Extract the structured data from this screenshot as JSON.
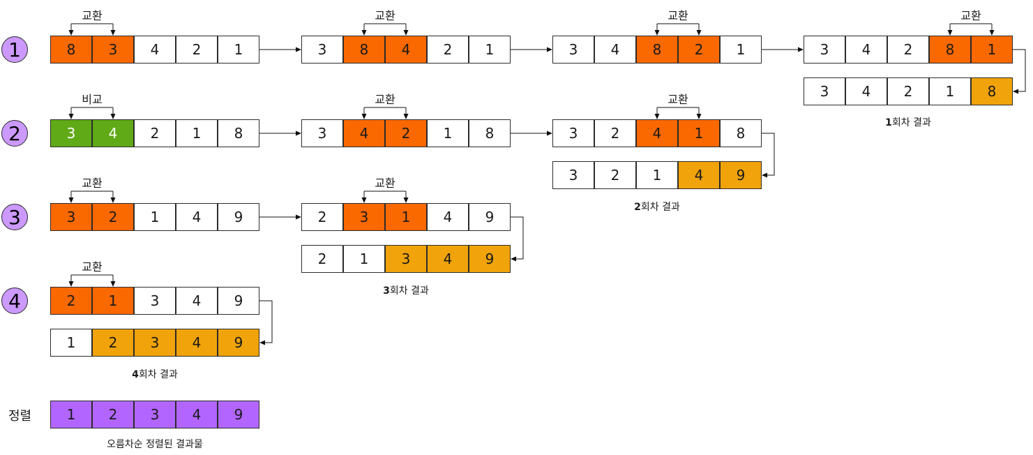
{
  "rounds": [
    {
      "badge": "1",
      "steps": [
        {
          "label": "교환",
          "cells": [
            {
              "v": "8",
              "c": "orange"
            },
            {
              "v": "3",
              "c": "orange"
            },
            {
              "v": "4",
              "c": ""
            },
            {
              "v": "2",
              "c": ""
            },
            {
              "v": "1",
              "c": ""
            }
          ]
        },
        {
          "label": "교환",
          "cells": [
            {
              "v": "3",
              "c": ""
            },
            {
              "v": "8",
              "c": "orange"
            },
            {
              "v": "4",
              "c": "orange"
            },
            {
              "v": "2",
              "c": ""
            },
            {
              "v": "1",
              "c": ""
            }
          ]
        },
        {
          "label": "교환",
          "cells": [
            {
              "v": "3",
              "c": ""
            },
            {
              "v": "4",
              "c": ""
            },
            {
              "v": "8",
              "c": "orange"
            },
            {
              "v": "2",
              "c": "orange"
            },
            {
              "v": "1",
              "c": ""
            }
          ]
        },
        {
          "label": "교환",
          "cells": [
            {
              "v": "3",
              "c": ""
            },
            {
              "v": "4",
              "c": ""
            },
            {
              "v": "2",
              "c": ""
            },
            {
              "v": "8",
              "c": "orange"
            },
            {
              "v": "1",
              "c": "orange"
            }
          ]
        }
      ],
      "result": {
        "cells": [
          {
            "v": "3",
            "c": ""
          },
          {
            "v": "4",
            "c": ""
          },
          {
            "v": "2",
            "c": ""
          },
          {
            "v": "1",
            "c": ""
          },
          {
            "v": "8",
            "c": "gold"
          }
        ],
        "caption_bold": "1",
        "caption_rest": "회차 결과"
      }
    },
    {
      "badge": "2",
      "steps": [
        {
          "label": "비교",
          "cells": [
            {
              "v": "3",
              "c": "green"
            },
            {
              "v": "4",
              "c": "green"
            },
            {
              "v": "2",
              "c": ""
            },
            {
              "v": "1",
              "c": ""
            },
            {
              "v": "8",
              "c": ""
            }
          ]
        },
        {
          "label": "교환",
          "cells": [
            {
              "v": "3",
              "c": ""
            },
            {
              "v": "4",
              "c": "orange"
            },
            {
              "v": "2",
              "c": "orange"
            },
            {
              "v": "1",
              "c": ""
            },
            {
              "v": "8",
              "c": ""
            }
          ]
        },
        {
          "label": "교환",
          "cells": [
            {
              "v": "3",
              "c": ""
            },
            {
              "v": "2",
              "c": ""
            },
            {
              "v": "4",
              "c": "orange"
            },
            {
              "v": "1",
              "c": "orange"
            },
            {
              "v": "8",
              "c": ""
            }
          ]
        }
      ],
      "result": {
        "cells": [
          {
            "v": "3",
            "c": ""
          },
          {
            "v": "2",
            "c": ""
          },
          {
            "v": "1",
            "c": ""
          },
          {
            "v": "4",
            "c": "gold"
          },
          {
            "v": "9",
            "c": "gold"
          }
        ],
        "caption_bold": "2",
        "caption_rest": "회차 결과"
      }
    },
    {
      "badge": "3",
      "steps": [
        {
          "label": "교환",
          "cells": [
            {
              "v": "3",
              "c": "orange"
            },
            {
              "v": "2",
              "c": "orange"
            },
            {
              "v": "1",
              "c": ""
            },
            {
              "v": "4",
              "c": ""
            },
            {
              "v": "9",
              "c": ""
            }
          ]
        },
        {
          "label": "교환",
          "cells": [
            {
              "v": "2",
              "c": ""
            },
            {
              "v": "3",
              "c": "orange"
            },
            {
              "v": "1",
              "c": "orange"
            },
            {
              "v": "4",
              "c": ""
            },
            {
              "v": "9",
              "c": ""
            }
          ]
        }
      ],
      "result": {
        "cells": [
          {
            "v": "2",
            "c": ""
          },
          {
            "v": "1",
            "c": ""
          },
          {
            "v": "3",
            "c": "gold"
          },
          {
            "v": "4",
            "c": "gold"
          },
          {
            "v": "9",
            "c": "gold"
          }
        ],
        "caption_bold": "3",
        "caption_rest": "회차 결과"
      }
    },
    {
      "badge": "4",
      "steps": [
        {
          "label": "교환",
          "cells": [
            {
              "v": "2",
              "c": "orange"
            },
            {
              "v": "1",
              "c": "orange"
            },
            {
              "v": "3",
              "c": ""
            },
            {
              "v": "4",
              "c": ""
            },
            {
              "v": "9",
              "c": ""
            }
          ]
        }
      ],
      "result": {
        "cells": [
          {
            "v": "1",
            "c": ""
          },
          {
            "v": "2",
            "c": "gold"
          },
          {
            "v": "3",
            "c": "gold"
          },
          {
            "v": "4",
            "c": "gold"
          },
          {
            "v": "9",
            "c": "gold"
          }
        ],
        "caption_bold": "4",
        "caption_rest": "회차 결과"
      }
    }
  ],
  "sorted": {
    "label": "정렬",
    "cells": [
      {
        "v": "1",
        "c": "purple"
      },
      {
        "v": "2",
        "c": "purple"
      },
      {
        "v": "3",
        "c": "purple"
      },
      {
        "v": "4",
        "c": "purple"
      },
      {
        "v": "9",
        "c": "purple"
      }
    ],
    "caption": "오름차순 정렬된 결과물"
  },
  "colors": {
    "orange": "#fa6800",
    "green": "#60a917",
    "gold": "#f0a30a",
    "purple": "#b266ff",
    "badge": "#cc99ff"
  }
}
